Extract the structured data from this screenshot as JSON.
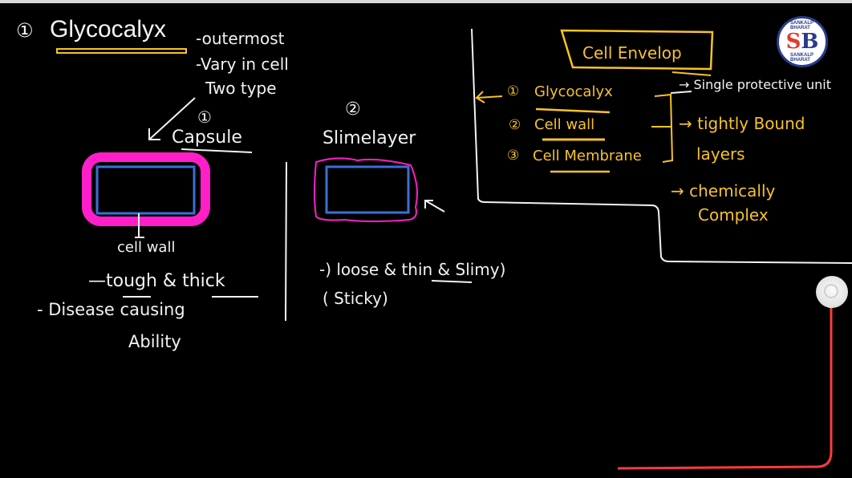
{
  "window": {
    "topbar_color": "#d9d9d9",
    "background": "#000000"
  },
  "heading": {
    "number": "①",
    "title": "Glycocalyx",
    "underline_color": "#f7c325"
  },
  "glycocalyx_notes": [
    "-outermost",
    "-Vary in cell",
    "Two type"
  ],
  "capsule": {
    "number": "①",
    "label": "Capsule",
    "outer_color": "#ff1fc8",
    "inner_color": "#3a6fd8",
    "pointer_label": "cell wall",
    "notes": [
      "—tough & thick",
      "- Disease causing",
      "Ability"
    ]
  },
  "slime_layer": {
    "number": "②",
    "label": "Slimelayer",
    "outer_color": "#ff1fc8",
    "inner_color": "#3a6fd8",
    "notes": [
      "-) loose & thin & Slimy)",
      "( Sticky)"
    ]
  },
  "cell_envelope": {
    "title": "Cell Envelop",
    "color": "#f7c325",
    "items": [
      {
        "number": "①",
        "label": "Glycocalyx"
      },
      {
        "number": "②",
        "label": "Cell wall"
      },
      {
        "number": "③",
        "label": "Cell Membrane"
      }
    ],
    "notes": {
      "single_unit": "→ Single protective unit",
      "tightly_bound_1": "→ tightly Bound",
      "tightly_bound_2": "layers",
      "chemically_1": "→ chemically",
      "chemically_2": "Complex"
    }
  },
  "logo": {
    "ring_text_top": "SANKALP BHARAT",
    "ring_text_bottom": "SANKALP BHARAT",
    "letters_s": "S",
    "letters_b": "B",
    "red": "#e23b2e",
    "blue": "#2b3a8c"
  },
  "laser_pointer": {
    "cable_color": "#ff3b3b",
    "head_color": "#e8e8e8"
  }
}
